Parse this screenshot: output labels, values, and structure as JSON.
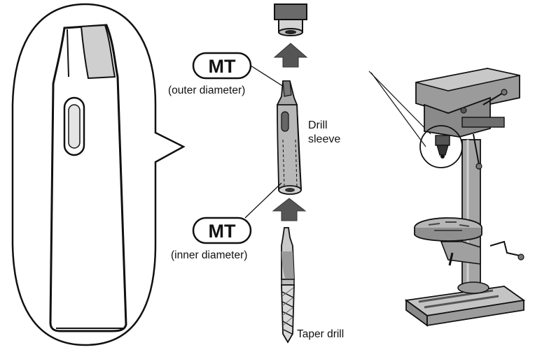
{
  "labels": {
    "mt_outer_badge": "MT",
    "mt_outer_caption": "(outer diameter)",
    "mt_inner_badge": "MT",
    "mt_inner_caption": "(inner diameter)",
    "drill_sleeve_line1": "Drill",
    "drill_sleeve_line2": "sleeve",
    "taper_drill": "Taper drill"
  },
  "colors": {
    "outline": "#111111",
    "part_gray": "#a9a9a9",
    "part_light": "#d6d6d6",
    "arrow_gray": "#555555",
    "machine_gray": "#9b9b9b",
    "machine_dark": "#5a5a5a"
  },
  "icons": {
    "up_arrow_top": "up-arrow-icon",
    "up_arrow_bottom": "up-arrow-icon"
  }
}
